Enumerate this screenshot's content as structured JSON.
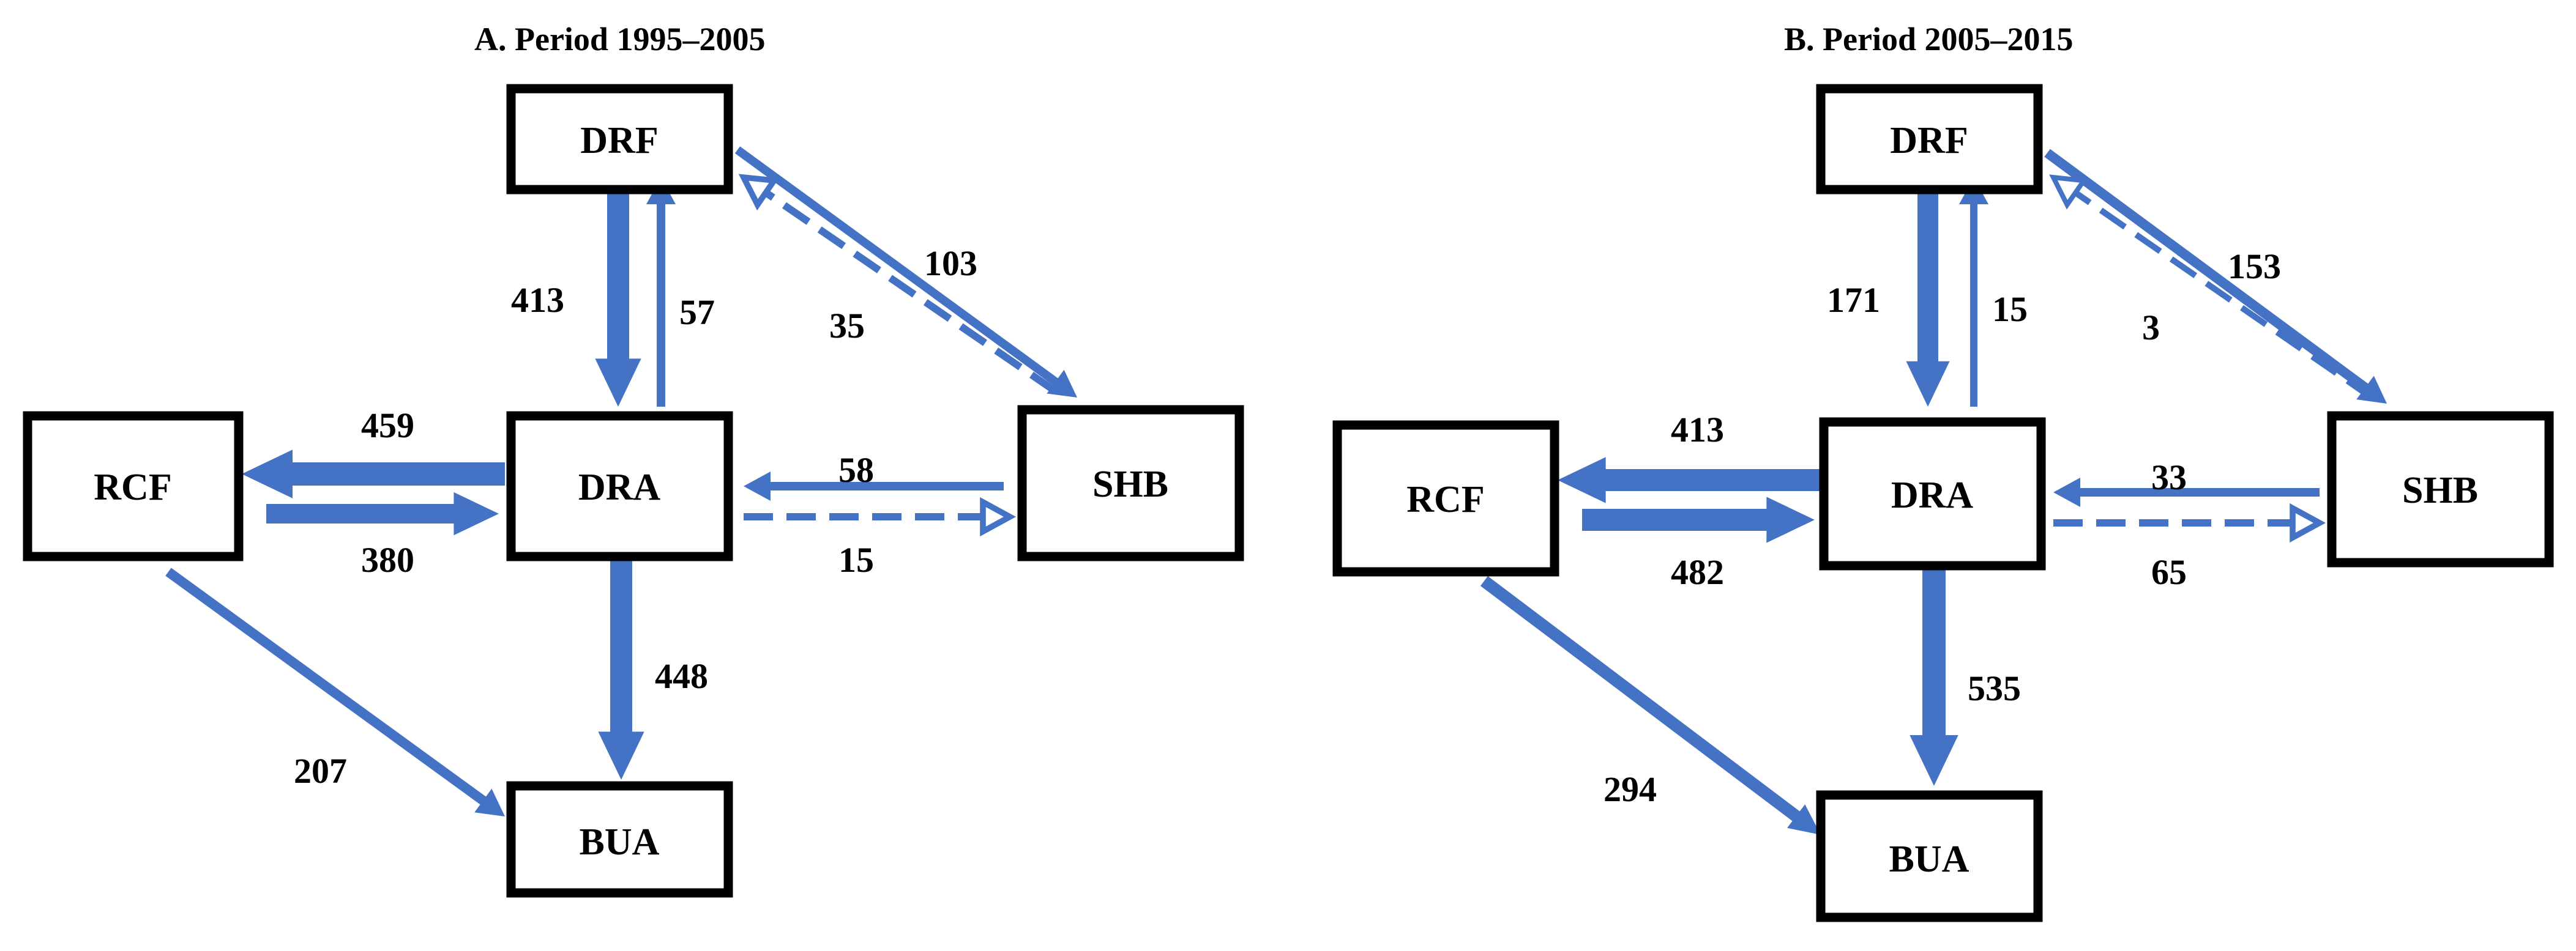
{
  "colors": {
    "arrow": "#4472C4",
    "box_border": "#000000",
    "text": "#000000",
    "background": "#FFFFFF"
  },
  "panels": [
    {
      "title": "A.   Period 1995–2005",
      "nodes": {
        "DRF": "DRF",
        "DRA": "DRA",
        "RCF": "RCF",
        "SHB": "SHB",
        "BUA": "BUA"
      },
      "flows": [
        {
          "from": "DRF",
          "to": "DRA",
          "value": "413",
          "style": "solid"
        },
        {
          "from": "DRA",
          "to": "DRF",
          "value": "57",
          "style": "solid"
        },
        {
          "from": "DRF",
          "to": "SHB",
          "value": "103",
          "style": "solid"
        },
        {
          "from": "SHB",
          "to": "DRF",
          "value": "35",
          "style": "dashed"
        },
        {
          "from": "DRA",
          "to": "RCF",
          "value": "459",
          "style": "solid"
        },
        {
          "from": "RCF",
          "to": "DRA",
          "value": "380",
          "style": "solid"
        },
        {
          "from": "SHB",
          "to": "DRA",
          "value": "58",
          "style": "solid"
        },
        {
          "from": "DRA",
          "to": "SHB",
          "value": "15",
          "style": "dashed"
        },
        {
          "from": "DRA",
          "to": "BUA",
          "value": "448",
          "style": "solid"
        },
        {
          "from": "RCF",
          "to": "BUA",
          "value": "207",
          "style": "solid"
        }
      ]
    },
    {
      "title": "B.   Period 2005–2015",
      "nodes": {
        "DRF": "DRF",
        "DRA": "DRA",
        "RCF": "RCF",
        "SHB": "SHB",
        "BUA": "BUA"
      },
      "flows": [
        {
          "from": "DRF",
          "to": "DRA",
          "value": "171",
          "style": "solid"
        },
        {
          "from": "DRA",
          "to": "DRF",
          "value": "15",
          "style": "solid"
        },
        {
          "from": "DRF",
          "to": "SHB",
          "value": "153",
          "style": "solid"
        },
        {
          "from": "SHB",
          "to": "DRF",
          "value": "3",
          "style": "dashed"
        },
        {
          "from": "DRA",
          "to": "RCF",
          "value": "413",
          "style": "solid"
        },
        {
          "from": "RCF",
          "to": "DRA",
          "value": "482",
          "style": "solid"
        },
        {
          "from": "SHB",
          "to": "DRA",
          "value": "33",
          "style": "solid"
        },
        {
          "from": "DRA",
          "to": "SHB",
          "value": "65",
          "style": "dashed"
        },
        {
          "from": "DRA",
          "to": "BUA",
          "value": "535",
          "style": "solid"
        },
        {
          "from": "RCF",
          "to": "BUA",
          "value": "294",
          "style": "solid"
        }
      ]
    }
  ]
}
